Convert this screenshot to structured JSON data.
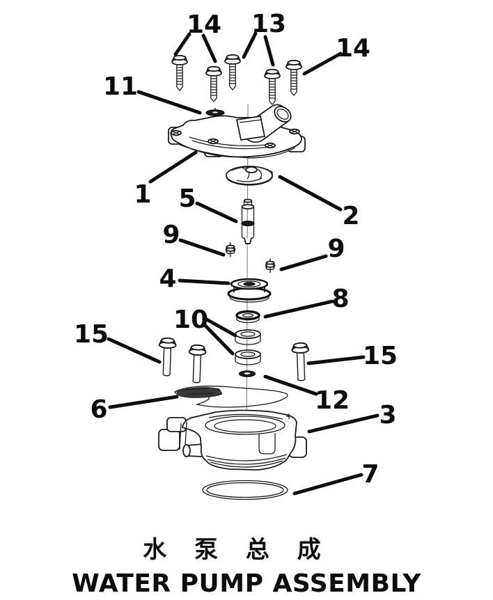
{
  "title": {
    "zh": "水 泵 总 成",
    "en": "WATER PUMP ASSEMBLY"
  },
  "colors": {
    "ink": "#0d0d0d",
    "background": "#ffffff"
  },
  "diagram": {
    "callouts": [
      {
        "id": "14-top-left",
        "label": "14"
      },
      {
        "id": "13-top",
        "label": "13"
      },
      {
        "id": "14-top-right",
        "label": "14"
      },
      {
        "id": "11-washer",
        "label": "11"
      },
      {
        "id": "1-cover",
        "label": "1"
      },
      {
        "id": "5-shaft",
        "label": "5"
      },
      {
        "id": "2-impeller",
        "label": "2"
      },
      {
        "id": "9-left",
        "label": "9"
      },
      {
        "id": "9-right",
        "label": "9"
      },
      {
        "id": "4-seal",
        "label": "4"
      },
      {
        "id": "8-washer",
        "label": "8"
      },
      {
        "id": "10-washers",
        "label": "10"
      },
      {
        "id": "15-left",
        "label": "15"
      },
      {
        "id": "15-right",
        "label": "15"
      },
      {
        "id": "12-clip",
        "label": "12"
      },
      {
        "id": "6-gasket",
        "label": "6"
      },
      {
        "id": "3-body",
        "label": "3"
      },
      {
        "id": "7-oring",
        "label": "7"
      }
    ]
  }
}
